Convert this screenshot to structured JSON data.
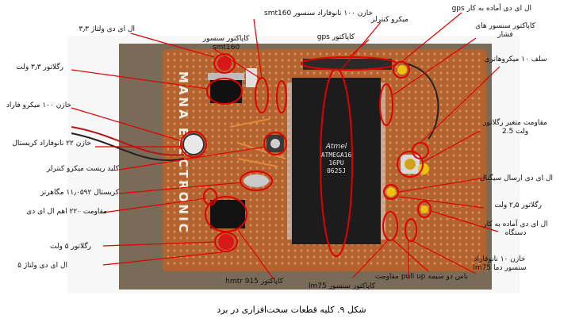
{
  "figure": {
    "caption": "شکل ۹. کلیه قطعات سخت‌افزاری در برد",
    "board_silkscreen": "MANA ELECTRONIC",
    "chip_marking": {
      "logo": "Atmel",
      "line1": "ATMEGA16",
      "line2": "16PU",
      "line3": "0625J"
    }
  },
  "labels": {
    "led_gps_ready": "ال ای دی آماده به کار gps",
    "thermo_sensor_smt160": "خازن ۱۰۰ نانوفاراد سنسور smt160",
    "microcontroller": "میکرو کنترلر",
    "led_3v3": "ال ای دی ولتاژ ۳٫۳",
    "cap_sensor_smt160": "کاپاکتور سنسور smt160",
    "cap_gps": "کاپاکتور gps",
    "pressure_cap": "کاپاکتور سنسور های فشار",
    "reg_3v3": "رگلاتور ۳٫۳ ولت",
    "coil_10uh": "سلف ۱۰ میکروهانری",
    "cap_100uf": "خازن ۱۰۰ میکرو فاراد",
    "var_resistor": "مقاومت متغیر رگلاتور ولت 2.5",
    "cap_22nf": "خازن ۲۲ نانوفاراد کریستال",
    "reset_key": "کلید ریست میکرو کنترلر",
    "led_signal": "ال ای دی ارسال سیگنال",
    "crystal": "کریستال ۱۱٫۰۵۹۲ مگاهرتز",
    "reg_2v5": "رگلاتور ۲٫۵ ولت",
    "res_220": "مقاومت ۲۲۰ اهم ال ای دی",
    "led_device_ready": "ال ای دی آماده به کار دستگاه",
    "reg_5v": "رگلاتور ۵ ولت",
    "cap_10nf_lm75": "خازن ۱۰ نانوفاراد سنسور دما lm75",
    "led_5v": "ال ای دی ولتاژ ۵",
    "pullup": "باس دو سیمه pull up مقاومت",
    "cap_hmtr": "کاپاکتور hmtr 915",
    "cap_lm75": "کاپاکتور سنسور lm75"
  },
  "colors": {
    "pcb": "#b4632e",
    "chip": "#1c1c1c",
    "callout": "#e00000",
    "led_red": "#d81818",
    "led_yellow": "#f0c010"
  }
}
